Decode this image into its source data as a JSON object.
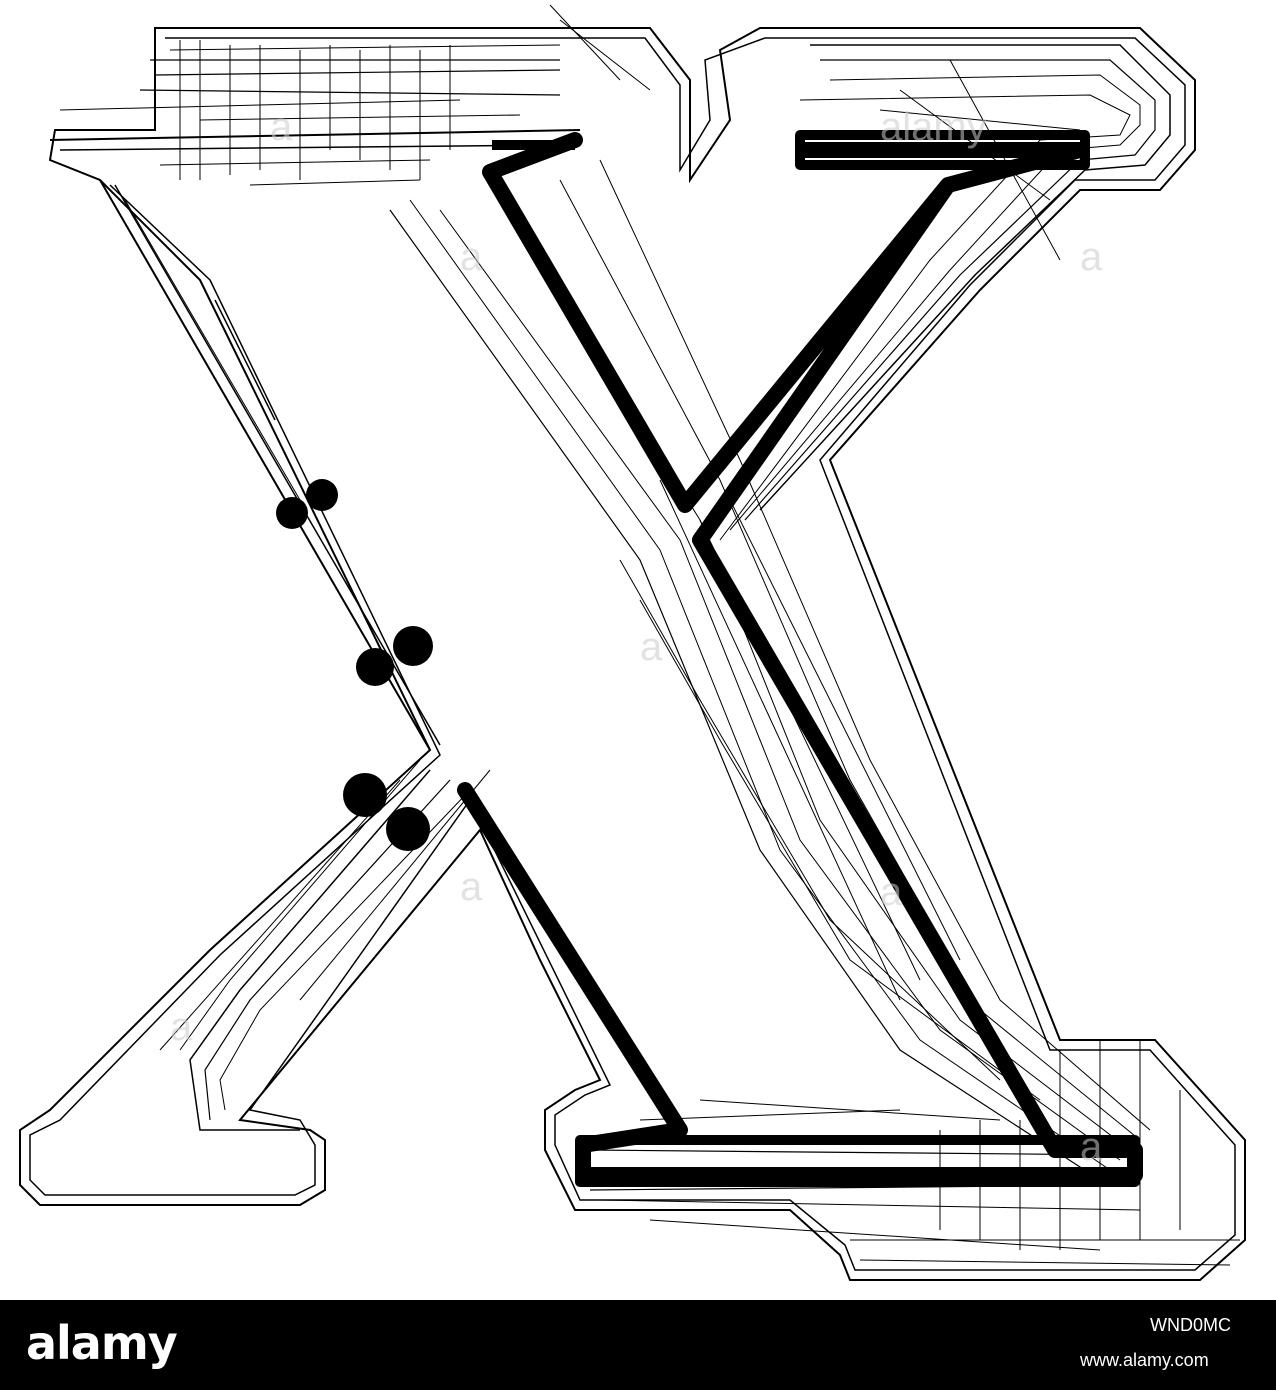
{
  "artwork": {
    "subject": "X",
    "ink_color": "#000000",
    "paper_color": "#ffffff",
    "watermark": "alamy"
  },
  "footer": {
    "background": "#000000",
    "text_color": "#ffffff",
    "logo": "alamy",
    "image_id": "WND0MC",
    "url": "www.alamy.com"
  }
}
